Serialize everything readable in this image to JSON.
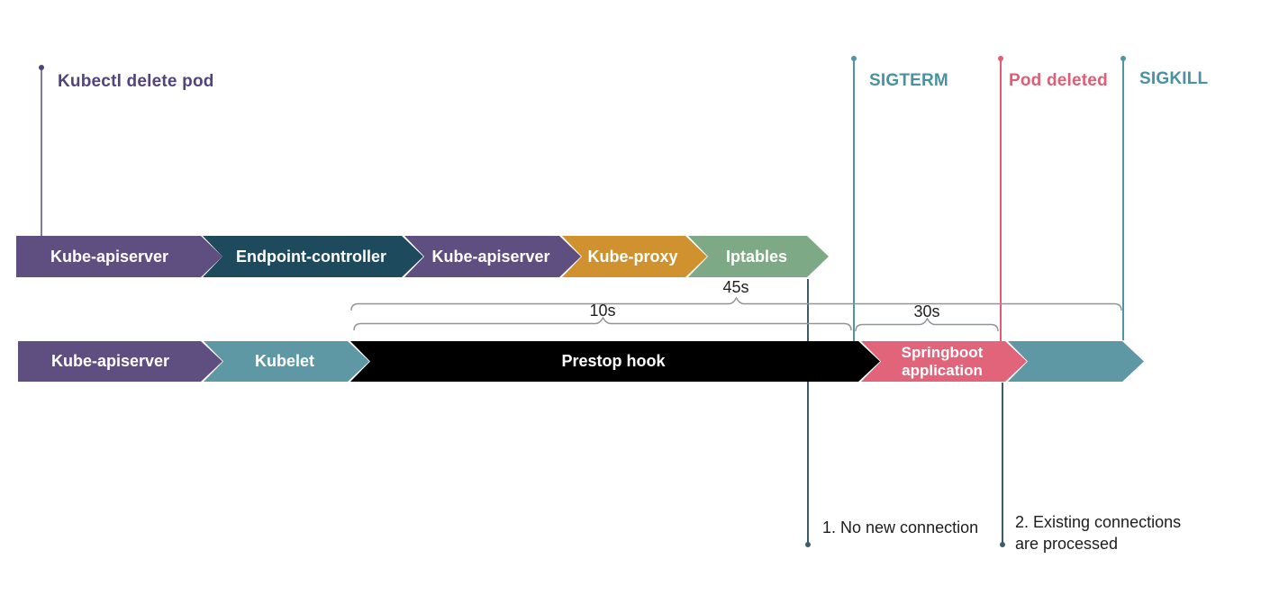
{
  "events": {
    "kubectl_delete_pod": {
      "label": "Kubectl delete pod",
      "color": "#51447a"
    },
    "sigterm": {
      "label": "SIGTERM",
      "color": "#4a91a1"
    },
    "pod_deleted": {
      "label": "Pod deleted",
      "color": "#e25c74"
    },
    "sigkill": {
      "label": "SIGKILL",
      "color": "#4a91a1"
    }
  },
  "rows": [
    {
      "name": "control-plane-flow",
      "segments": [
        {
          "label": "Kube-apiserver",
          "color": "#5f4f80"
        },
        {
          "label": "Endpoint-controller",
          "color": "#1d4a5c"
        },
        {
          "label": "Kube-apiserver",
          "color": "#5f4f80"
        },
        {
          "label": "Kube-proxy",
          "color": "#d0922f"
        },
        {
          "label": "Iptables",
          "color": "#7ea987"
        }
      ]
    },
    {
      "name": "pod-shutdown-flow",
      "segments": [
        {
          "label": "Kube-apiserver",
          "color": "#5f4f80"
        },
        {
          "label": "Kubelet",
          "color": "#5e98a4"
        },
        {
          "label": "Prestop hook",
          "color": "#000000"
        },
        {
          "label": "Springboot\napplication",
          "color": "#e2647a"
        },
        {
          "label": "",
          "color": "#5e98a4"
        }
      ]
    }
  ],
  "durations": {
    "prestop_to_sigkill": "45s",
    "prestop_to_sigterm": "10s",
    "sigterm_to_pod_deleted": "30s"
  },
  "annotations": {
    "no_new_connection": "1. No new connection",
    "existing_connections": "2. Existing connections\nare processed"
  },
  "line_colors": {
    "kubectl_line": "#837aa2",
    "teal_marker": "#4f96a5",
    "pink_marker": "#e25c74",
    "connector": "#3d5c66",
    "brace": "#8f9499"
  }
}
